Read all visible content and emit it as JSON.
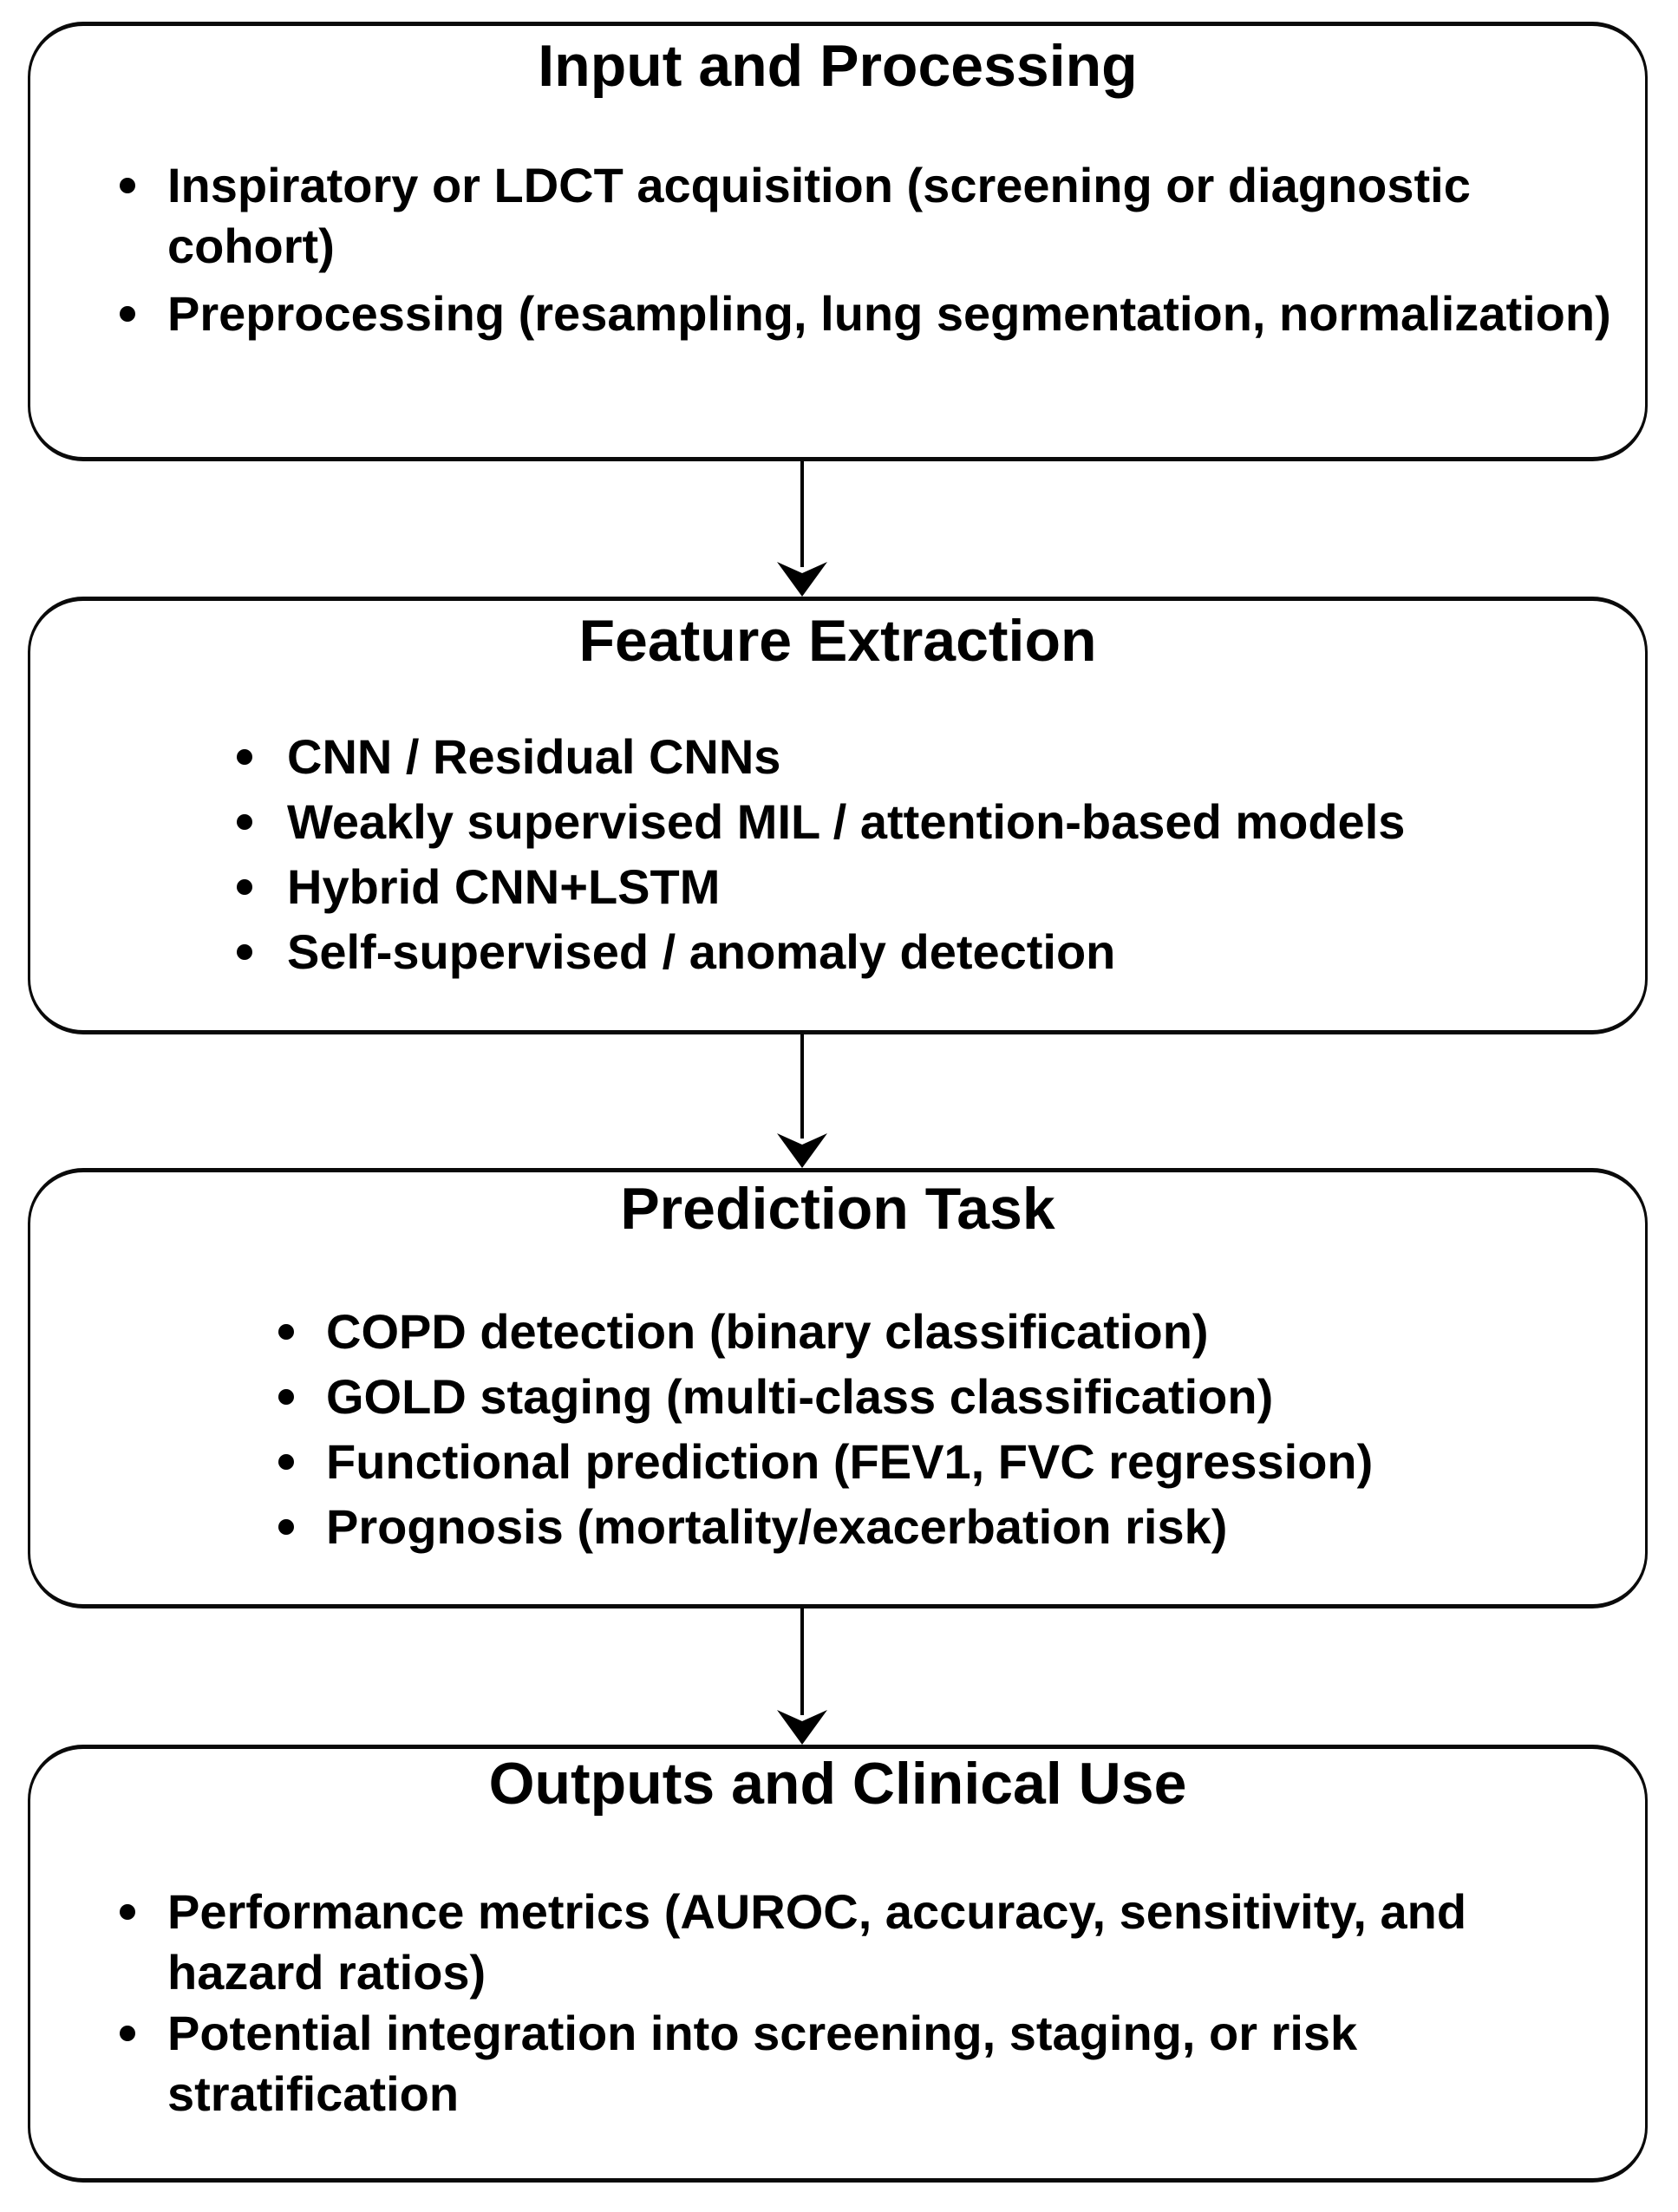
{
  "figure": {
    "type": "flowchart",
    "direction": "top-to-bottom",
    "background_color": "#ffffff",
    "box_border_color": "#0a0a0a",
    "text_color": "#000000",
    "arrow_color": "#000000"
  },
  "boxes": [
    {
      "id": "input-and-processing",
      "title": "Input and Processing",
      "bullets": [
        "Inspiratory or LDCT acquisition (screening or diagnostic cohort)",
        "Preprocessing (resampling, lung segmentation, normalization)"
      ]
    },
    {
      "id": "feature-extraction",
      "title": "Feature Extraction",
      "bullets": [
        "CNN / Residual CNNs",
        "Weakly supervised MIL / attention-based models",
        "Hybrid CNN+LSTM",
        "Self-supervised / anomaly detection"
      ]
    },
    {
      "id": "prediction-task",
      "title": "Prediction Task",
      "bullets": [
        "COPD detection (binary classification)",
        "GOLD staging (multi-class classification)",
        "Functional prediction (FEV1, FVC regression)",
        "Prognosis (mortality/exacerbation risk)"
      ]
    },
    {
      "id": "outputs-and-clinical-use",
      "title": "Outputs and Clinical Use",
      "bullets": [
        "Performance metrics (AUROC, accuracy, sensitivity, and hazard ratios)",
        "Potential integration into screening, staging, or risk stratification"
      ]
    }
  ],
  "arrows": [
    {
      "from": "input-and-processing",
      "to": "feature-extraction"
    },
    {
      "from": "feature-extraction",
      "to": "prediction-task"
    },
    {
      "from": "prediction-task",
      "to": "outputs-and-clinical-use"
    }
  ]
}
